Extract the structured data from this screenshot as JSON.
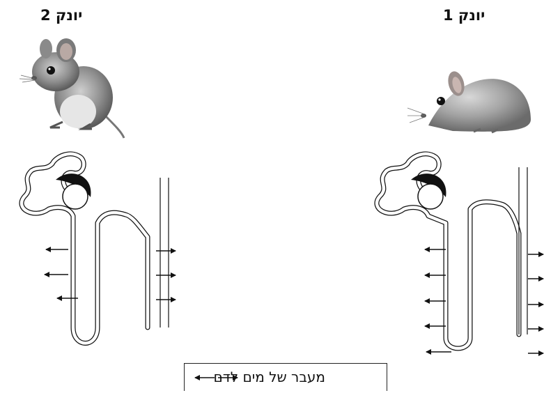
{
  "mammal_1": {
    "title": "יונק 1",
    "animal": "mouse-photo"
  },
  "mammal_2": {
    "title": "יונק 2",
    "animal": "mouse-photo"
  },
  "legend": {
    "label": "מעבר של מים לדם",
    "icon": "arrows-outward-icon"
  },
  "colors": {
    "ink": "#111111",
    "paper": "#ffffff"
  }
}
